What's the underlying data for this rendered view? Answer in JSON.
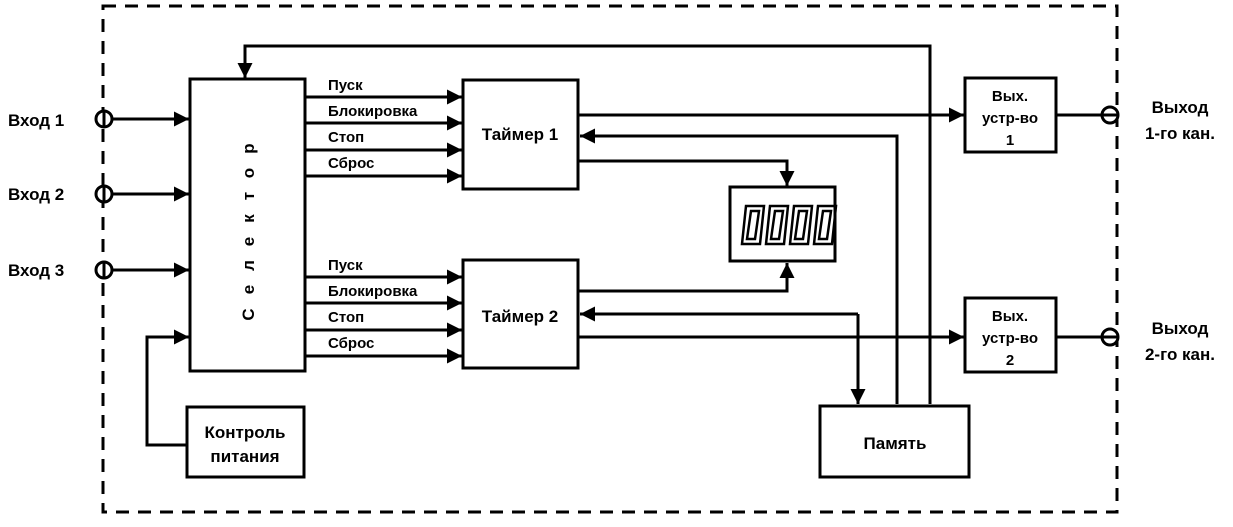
{
  "inputs": [
    "Вход 1",
    "Вход 2",
    "Вход 3"
  ],
  "selector": {
    "letters": [
      "С",
      "е",
      "л",
      "е",
      "к",
      "т",
      "о",
      "р"
    ]
  },
  "power_control": {
    "line1": "Контроль",
    "line2": "питания"
  },
  "timer1": {
    "label": "Таймер 1",
    "signals": [
      "Пуск",
      "Блокировка",
      "Стоп",
      "Сброс"
    ]
  },
  "timer2": {
    "label": "Таймер 2",
    "signals": [
      "Пуск",
      "Блокировка",
      "Стоп",
      "Сброс"
    ]
  },
  "display": {
    "value": "0000"
  },
  "out1": {
    "device": [
      "Вых.",
      "устр-во",
      "1"
    ],
    "label": [
      "Выход",
      "1-го кан."
    ]
  },
  "out2": {
    "device": [
      "Вых.",
      "устр-во",
      "2"
    ],
    "label": [
      "Выход",
      "2-го кан."
    ]
  },
  "memory": {
    "label": "Память"
  }
}
